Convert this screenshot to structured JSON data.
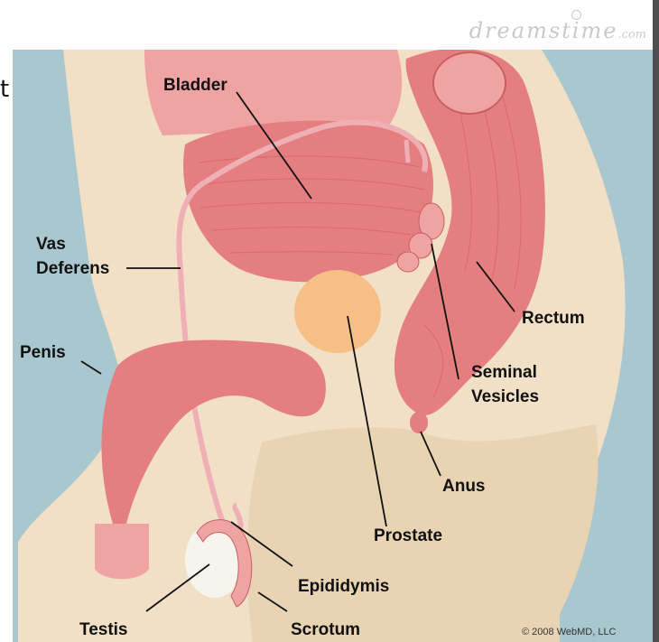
{
  "overlay_text": "t",
  "watermark": {
    "brand": "dreamstime",
    "suffix": ".com"
  },
  "copyright": "© 2008 WebMD, LLC",
  "labels": {
    "bladder": "Bladder",
    "vas_deferens_1": "Vas",
    "vas_deferens_2": "Deferens",
    "penis": "Penis",
    "rectum": "Rectum",
    "seminal_vesicles_1": "Seminal",
    "seminal_vesicles_2": "Vesicles",
    "anus": "Anus",
    "prostate": "Prostate",
    "epididymis": "Epididymis",
    "testis": "Testis",
    "scrotum": "Scrotum"
  },
  "colors": {
    "background_blue": "#a9c7cf",
    "skin": "#f1dfc6",
    "tissue": "#e8d4b3",
    "muscle_pink": "#e57e80",
    "muscle_light": "#f0a3a3",
    "prostate": "#f6bf86",
    "testis": "#f7f4ee",
    "label_text": "#111111"
  }
}
